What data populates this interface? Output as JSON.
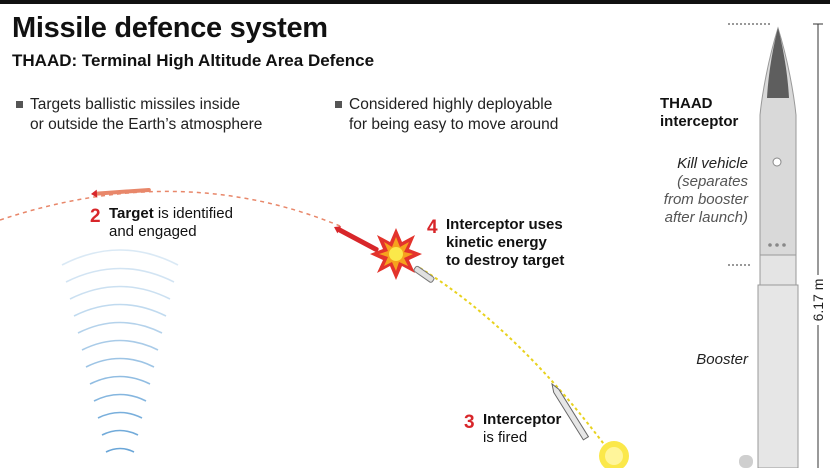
{
  "header": {
    "title": "Missile defence system",
    "subtitle": "THAAD: Terminal High Altitude Area Defence"
  },
  "bullets": [
    {
      "line1": "Targets ballistic missiles inside",
      "line2": "or outside the Earth’s atmosphere"
    },
    {
      "line1": "Considered highly deployable",
      "line2": "for being easy to move around"
    }
  ],
  "steps": {
    "step2": {
      "number": "2",
      "bold": "Target",
      "rest": " is identified",
      "line2": "and engaged"
    },
    "step3": {
      "number": "3",
      "bold": "Interceptor",
      "line2": "is fired"
    },
    "step4": {
      "number": "4",
      "line1": "Interceptor uses",
      "line2": "kinetic energy",
      "line3": "to destroy target"
    }
  },
  "interceptor": {
    "title_line1": "THAAD",
    "title_line2": "interceptor",
    "kill_vehicle": "Kill vehicle",
    "kill_vehicle_note_1": "(separates",
    "kill_vehicle_note_2": "from booster",
    "kill_vehicle_note_3": "after launch)",
    "booster": "Booster",
    "height": "6.17 m"
  },
  "colors": {
    "accent_red": "#d8262a",
    "trajectory_orange": "#e8876a",
    "intercept_yellow": "#e8d21e",
    "radar_blue": "#6aa6d8",
    "missile_grey": "#c9c9c9"
  }
}
